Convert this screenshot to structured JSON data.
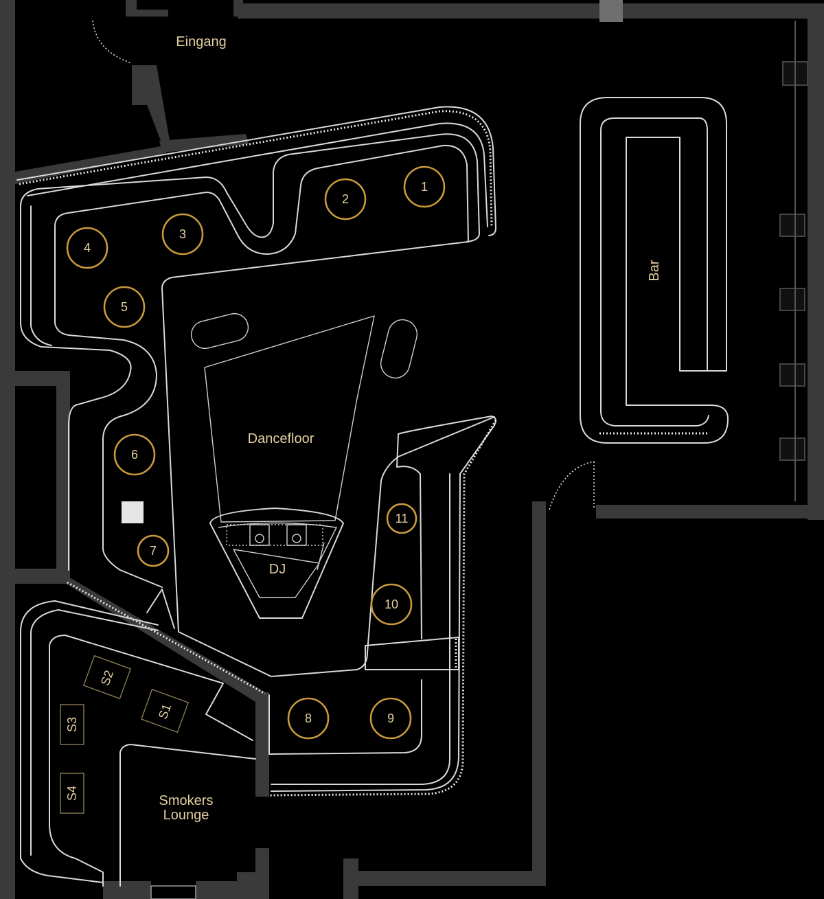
{
  "labels": {
    "entrance": "Eingang",
    "bar": "Bar",
    "dancefloor": "Dancefloor",
    "dj": "DJ",
    "smokers_line1": "Smokers",
    "smokers_line2": "Lounge"
  },
  "tables": [
    "1",
    "2",
    "3",
    "4",
    "5",
    "6",
    "7",
    "8",
    "9",
    "10",
    "11"
  ],
  "sofas": [
    "S1",
    "S2",
    "S3",
    "S4"
  ],
  "colors": {
    "background": "#000000",
    "wall": "#3a3a3a",
    "accent_gold": "#c99a3c",
    "label_text": "#e4cfa0",
    "outline": "#d9d9d9"
  }
}
